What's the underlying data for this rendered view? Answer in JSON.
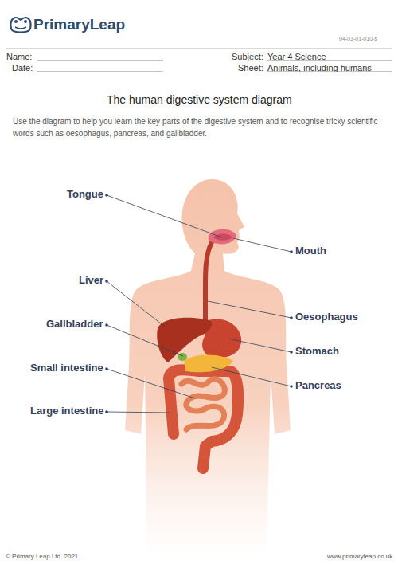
{
  "diagram": {
    "title": "The human digestive system diagram",
    "labels": [
      "PrimaryLeap",
      "04-03-01-010-s",
      "Name:",
      "Date:",
      "Subject:",
      "Year 4 Science",
      "Sheet:",
      "Animals, including humans",
      "Use the diagram to help you learn the key parts of the digestive system and to recognise tricky scientific words such as oesophagus, pancreas, and gallbladder.",
      "Tongue",
      "Mouth",
      "Liver",
      "Oesophagus",
      "Gallbladder",
      "Stomach",
      "Small intestine",
      "Pancreas",
      "Large intestine",
      "© Primary Leap Ltd. 2021",
      "www.primaryleap.co.uk"
    ]
  }
}
